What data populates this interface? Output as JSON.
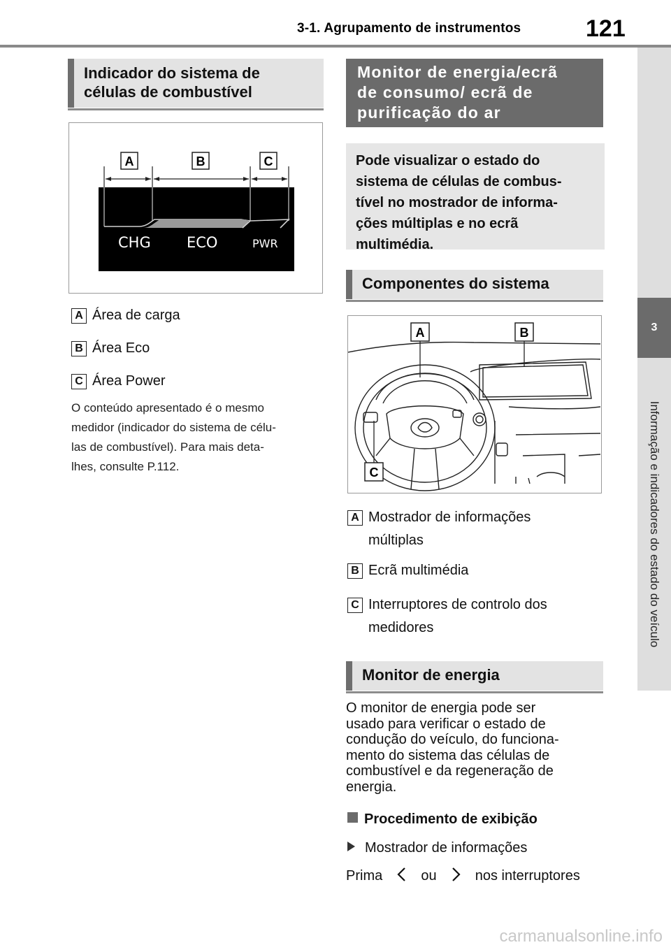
{
  "header": {
    "section_title": "3-1. Agrupamento de instrumentos",
    "page_number": "121"
  },
  "side_tab": {
    "chapter_number": "3",
    "chapter_title": "Informação e indicadores do estado do veículo"
  },
  "left_column": {
    "heading": "Indicador do sistema de células de combustível",
    "heading_lines": [
      "Indicador do sistema de",
      "células de combustível"
    ],
    "figure": {
      "callouts": [
        "A",
        "B",
        "C"
      ],
      "gauge_labels": {
        "left": "CHG",
        "middle": "ECO",
        "right": "PWR"
      }
    },
    "legend": [
      {
        "key": "A",
        "text": "Área de carga"
      },
      {
        "key": "B",
        "text": "Área Eco"
      },
      {
        "key": "C",
        "text": "Área Power"
      }
    ],
    "paragraph_lines": [
      "O conteúdo apresentado é o mesmo",
      "medidor (indicador do sistema de célu-",
      "las de combustível). Para mais deta-",
      "lhes, consulte P.112."
    ]
  },
  "right_column": {
    "heading_dark_lines": [
      "Monitor de energia/ecrã",
      "de consumo/ ecrã de",
      "purificação do ar"
    ],
    "callout_lines": [
      "Pode visualizar o estado do",
      "sistema de células de combus-",
      "tível no mostrador de informa-",
      "ções múltiplas e no ecrã",
      "multimédia."
    ],
    "components_heading": "Componentes do sistema",
    "figure": {
      "callouts": [
        "A",
        "B",
        "C"
      ]
    },
    "legend": [
      {
        "key": "A",
        "lines": [
          "Mostrador de informações",
          "múltiplas"
        ]
      },
      {
        "key": "B",
        "lines": [
          "Ecrã multimédia"
        ]
      },
      {
        "key": "C",
        "lines": [
          "Interruptores de controlo dos",
          "medidores"
        ]
      }
    ],
    "energy_heading": "Monitor de energia",
    "energy_paragraph_lines": [
      "O monitor de energia pode ser",
      "usado para verificar o estado de",
      "condução do veículo, do funciona-",
      "mento do sistema das células de",
      "combustível e da regeneração de",
      "energia."
    ],
    "procedure_heading": "Procedimento de exibição",
    "procedure_bullet": "Mostrador de informações",
    "press_text": {
      "before": "Prima",
      "middle": "ou",
      "after": "nos interruptores"
    }
  },
  "watermark": "carmanualsonline.info"
}
